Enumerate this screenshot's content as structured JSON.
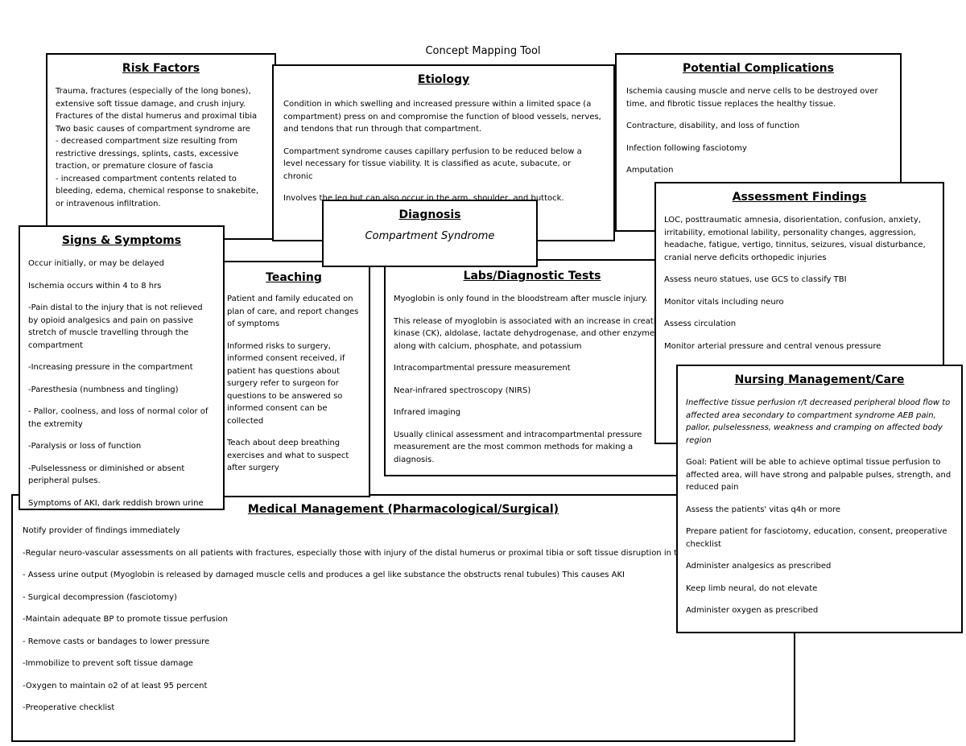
{
  "title": "Concept Mapping Tool",
  "risk_factors": {
    "heading": "Risk Factors",
    "lines": [
      "Trauma, fractures (especially of the long bones), extensive soft tissue damage, and crush injury.",
      "Fractures of the distal humerus and proximal tibia",
      "Two basic causes of compartment syndrome are",
      "- decreased compartment size resulting from restrictive dressings, splints, casts, excessive traction, or premature closure of fascia",
      "- increased compartment contents related to bleeding, edema, chemical response to snakebite, or intravenous infiltration."
    ]
  },
  "etiology": {
    "heading": "Etiology",
    "paragraphs": [
      "Condition in which swelling and increased pressure within a limited space (a compartment) press on and compromise the function of blood vessels, nerves, and tendons that run through that compartment.",
      "Compartment syndrome causes capillary perfusion to be reduced below a level necessary for tissue viability. It is classified as acute, subacute, or chronic",
      "Involves the leg but can also occur in the arm, shoulder, and buttock."
    ]
  },
  "potential_complications": {
    "heading": "Potential Complications",
    "paragraphs": [
      "Ischemia causing muscle and nerve cells to be destroyed over time, and fibrotic tissue replaces the healthy tissue.",
      "Contracture, disability, and loss of function",
      "Infection following fasciotomy",
      "Amputation"
    ]
  },
  "diagnosis": {
    "heading": "Diagnosis",
    "value": "Compartment Syndrome"
  },
  "assessment_findings": {
    "heading": "Assessment Findings",
    "paragraphs": [
      "LOC, posttraumatic amnesia, disorientation, confusion, anxiety, irritability, emotional lability, personality changes, aggression, headache, fatigue, vertigo, tinnitus, seizures, visual disturbance, cranial nerve deficits orthopedic injuries",
      "Assess neuro statues, use GCS to classify TBI",
      "Monitor vitals including neuro",
      "Assess circulation",
      "Monitor arterial pressure and central venous pressure"
    ]
  },
  "signs_symptoms": {
    "heading": "Signs & Symptoms",
    "paragraphs": [
      "Occur initially, or may be delayed",
      "Ischemia occurs within 4 to 8 hrs",
      "-Pain distal to the injury that is not relieved by opioid analgesics and pain on passive stretch of muscle travelling through the compartment",
      "-Increasing pressure in the compartment",
      "-Paresthesia (numbness and tingling)",
      "- Pallor, coolness, and loss of normal color of the extremity",
      "-Paralysis or loss of function",
      "-Pulselessness or diminished or absent peripheral pulses.",
      "Symptoms of AKI, dark reddish brown urine"
    ]
  },
  "teaching": {
    "heading": "Teaching",
    "paragraphs": [
      "Patient and family educated on plan of care, and report changes of symptoms",
      "Informed risks to surgery, informed consent received, if patient has questions about surgery refer to surgeon for questions to be answered so informed consent can be collected",
      "Teach about deep breathing exercises and what to suspect after surgery"
    ]
  },
  "labs": {
    "heading": "Labs/Diagnostic Tests",
    "paragraphs": [
      "Myoglobin is only found in the bloodstream after muscle injury.",
      "This release of myoglobin is associated with an increase in creatine kinase (CK), aldolase, lactate dehydrogenase, and other enzymes along with calcium, phosphate, and potassium",
      "Intracompartmental pressure measurement",
      "Near-infrared spectroscopy (NIRS)",
      "Infrared imaging",
      "Usually clinical assessment and intracompartmental pressure measurement are the most common methods for making a diagnosis."
    ]
  },
  "nursing": {
    "heading": "Nursing Management/Care",
    "diagnosis_statement": "Ineffective tissue perfusion r/t decreased peripheral blood flow to affected area secondary to compartment syndrome AEB pain, pallor, pulselessness, weakness and cramping on affected body region",
    "paragraphs": [
      "Goal: Patient will be able to achieve optimal tissue perfusion to affected area, will have strong and palpable pulses, strength, and reduced pain",
      "Assess the patients' vitas q4h or more",
      "Prepare patient for fasciotomy, education, consent, preoperative checklist",
      "Administer analgesics as prescribed",
      "Keep limb neural, do not elevate",
      "Administer oxygen as prescribed"
    ]
  },
  "medical_management": {
    "heading": "Medical Management (Pharmacological/Surgical)",
    "paragraphs": [
      "Notify provider of findings immediately",
      "-Regular neuro-vascular assessments on all patients with fractures, especially those with injury of the distal humerus or proximal tibia or soft tissue disruption in these areas",
      "- Assess urine output (Myoglobin is released by damaged muscle cells and produces a gel like substance the obstructs renal tubules) This causes AKI",
      "- Surgical decompression (fasciotomy)",
      "-Maintain adequate BP to promote tissue perfusion",
      "- Remove casts or bandages to lower pressure",
      "-Immobilize to prevent soft tissue damage",
      "-Oxygen to maintain o2 of at least 95 percent",
      "-Preoperative checklist"
    ]
  }
}
